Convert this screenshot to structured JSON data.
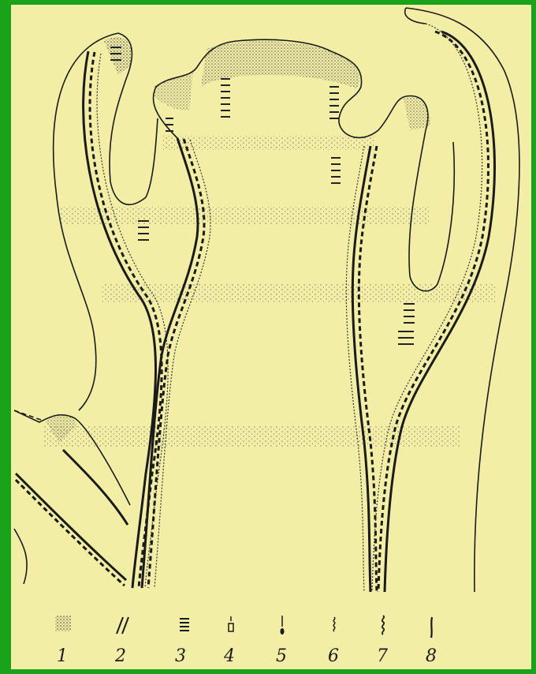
{
  "legend": {
    "items": [
      {
        "key": "1",
        "symbol": "dots-patch-icon"
      },
      {
        "key": "2",
        "symbol": "double-slash-icon"
      },
      {
        "key": "3",
        "symbol": "dashed-block-icon"
      },
      {
        "key": "4",
        "symbol": "small-rect-icon"
      },
      {
        "key": "5",
        "symbol": "teardrop-line-icon"
      },
      {
        "key": "6",
        "symbol": "small-wave-icon"
      },
      {
        "key": "7",
        "symbol": "wavy-line-icon"
      },
      {
        "key": "8",
        "symbol": "solid-line-icon"
      }
    ]
  },
  "colors": {
    "background": "#1aa31a",
    "paper": "#f3eea6",
    "ink": "#1a1a1a"
  }
}
